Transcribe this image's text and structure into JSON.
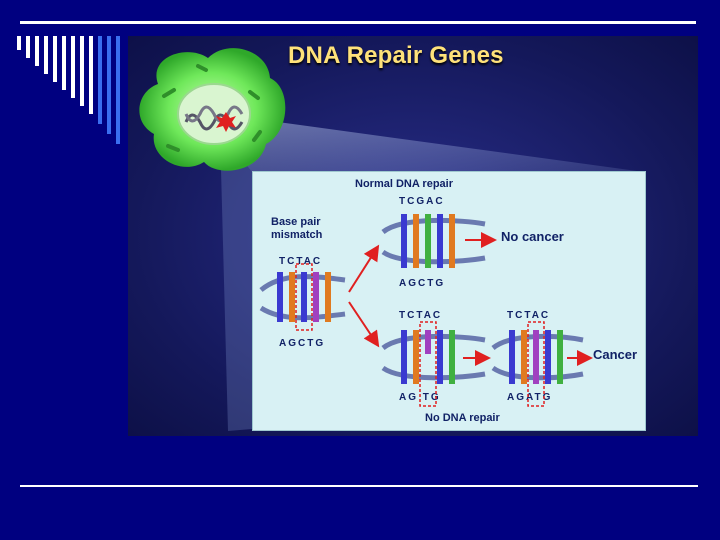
{
  "image": {
    "title": "DNA Repair Genes",
    "panel": {
      "normal_label": "Normal DNA repair",
      "mismatch_label": "Base pair mismatch",
      "no_repair_label": "No DNA repair",
      "sequences": {
        "mismatch_top": "TCTAC",
        "mismatch_bottom": "AGCTG",
        "normal_top": "TCGAC",
        "normal_bottom": "AGCTG",
        "no_repair_top": "TCTAC",
        "no_repair_bottom": "AG TG",
        "cancer_top": "TCTAC",
        "cancer_bottom": "AGATG"
      },
      "outcomes": {
        "no_cancer": "No cancer",
        "cancer": "Cancer"
      }
    },
    "colors": {
      "background": "#000080",
      "title": "#ffe27a",
      "cell": "#7cf06a",
      "panel": "#d8f1f4",
      "arrow": "#e02020"
    }
  }
}
